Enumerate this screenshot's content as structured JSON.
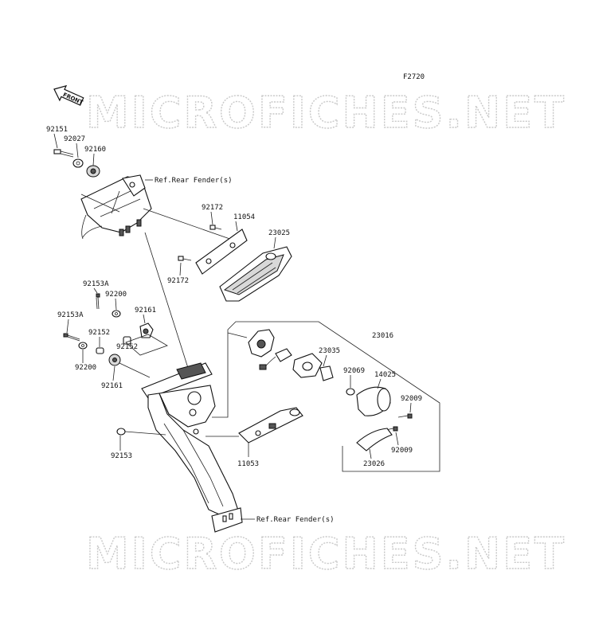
{
  "figure_code": "F2720",
  "front_label": "FRONT",
  "watermark": "MICROFICHES.NET",
  "refs": {
    "top": "Ref.Rear Fender(s)",
    "bottom": "Ref.Rear Fender(s)"
  },
  "parts": {
    "p92151": "92151",
    "p92027": "92027",
    "p92160": "92160",
    "p92172_a": "92172",
    "p11054": "11054",
    "p23025": "23025",
    "p92172_b": "92172",
    "p92153A_a": "92153A",
    "p92200_a": "92200",
    "p92161_a": "92161",
    "p92153A_b": "92153A",
    "p92152_a": "92152",
    "p92152_b": "92152",
    "p92200_b": "92200",
    "p92161_b": "92161",
    "p23016": "23016",
    "p23035": "23035",
    "p92069": "92069",
    "p14025": "14025",
    "p92009_a": "92009",
    "p92009_b": "92009",
    "p23026": "23026",
    "p92153": "92153",
    "p11053": "11053"
  }
}
